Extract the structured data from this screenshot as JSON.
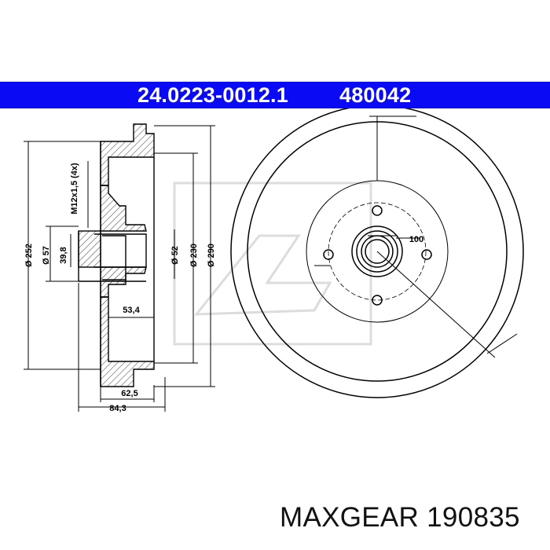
{
  "header": {
    "part_number": "24.0223-0012.1",
    "reference_number": "480042",
    "background_color": "#0a0af5",
    "text_color": "#ffffff"
  },
  "dimensions": {
    "outer_diameter": "Ø 290",
    "brake_surface_diameter": "Ø 252",
    "inner_diameter": "Ø 230",
    "hub_diameter": "Ø 57",
    "bore_diameter": "Ø 52",
    "inner_bore": "39,8",
    "thread": "M12x1,5 (4x)",
    "drum_depth": "53,4",
    "flange_width": "62,5",
    "total_height": "84,3",
    "pcd": "100"
  },
  "footer": {
    "brand": "MAXGEAR",
    "part_number": "190835"
  }
}
